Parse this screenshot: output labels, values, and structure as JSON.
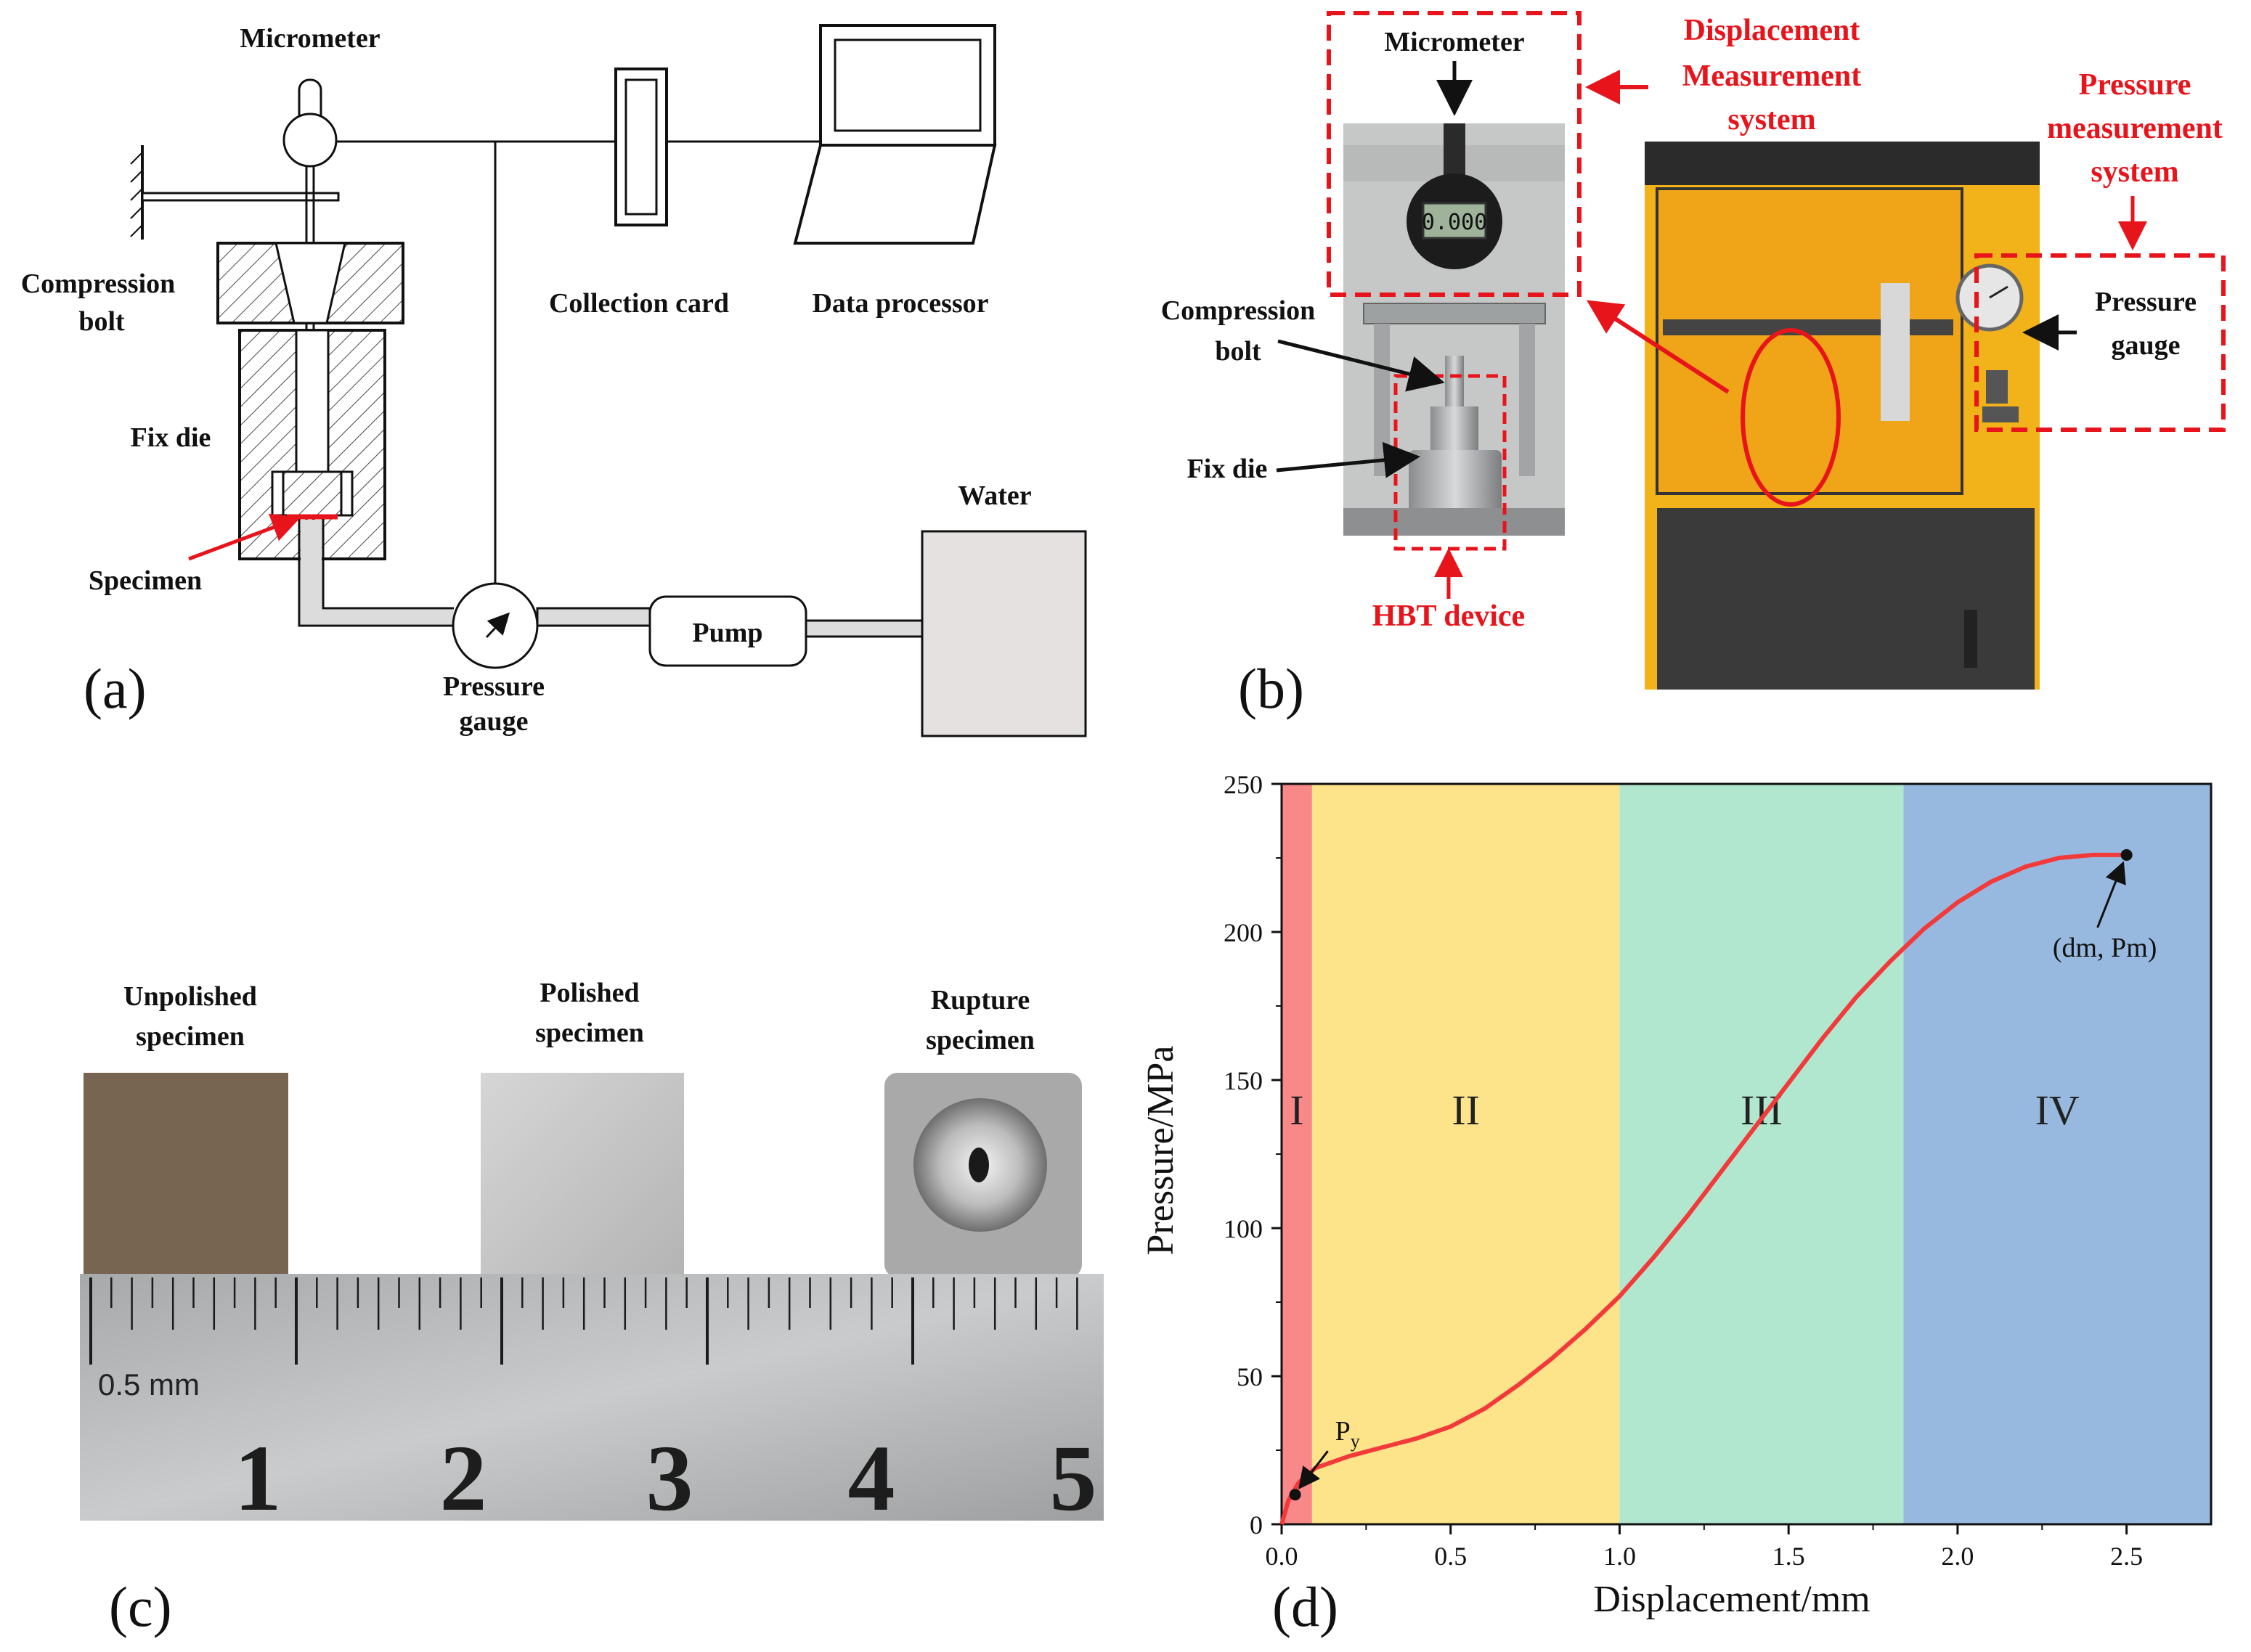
{
  "panel_a": {
    "tag": "(a)",
    "micrometer": "Micrometer",
    "compression_bolt": [
      "Compression",
      "bolt"
    ],
    "fix_die": "Fix die",
    "specimen": "Specimen",
    "collection_card": "Collection card",
    "data_processor": "Data processor",
    "water": "Water",
    "pump": "Pump",
    "pressure_gauge": [
      "Pressure",
      "gauge"
    ]
  },
  "panel_b": {
    "tag": "(b)",
    "micrometer": "Micrometer",
    "displacement_system": [
      "Displacement",
      "Measurement",
      "system"
    ],
    "pressure_system": [
      "Pressure",
      "measurement",
      "system"
    ],
    "compression_bolt": [
      "Compression",
      "bolt"
    ],
    "fix_die": "Fix die",
    "hbt_device": "HBT device",
    "pressure_gauge": [
      "Pressure",
      "gauge"
    ],
    "display_reading": "0.000"
  },
  "panel_c": {
    "tag": "(c)",
    "unpolished": [
      "Unpolished",
      "specimen"
    ],
    "polished": [
      "Polished",
      "specimen"
    ],
    "rupture": [
      "Rupture",
      "specimen"
    ],
    "ruler_label": "0.5 mm",
    "ruler_numbers": [
      "1",
      "2",
      "3",
      "4",
      "5"
    ]
  },
  "panel_d": {
    "tag": "(d)"
  },
  "colors": {
    "accent_red": "#e8141b",
    "region_I": "#f98989",
    "region_II": "#fde38a",
    "region_III": "#b1e6cf",
    "region_IV": "#98b9df",
    "curve": "#f23a3a"
  },
  "chart_data": {
    "type": "line",
    "xlabel": "Displacement/mm",
    "ylabel": "Pressure/MPa",
    "xlim": [
      0,
      2.75
    ],
    "ylim": [
      0,
      250
    ],
    "xticks": [
      "0.0",
      "0.5",
      "1.0",
      "1.5",
      "2.0",
      "2.5"
    ],
    "yticks": [
      "0",
      "50",
      "100",
      "150",
      "200",
      "250"
    ],
    "regions": [
      {
        "label": "I",
        "from": 0.0,
        "to": 0.09
      },
      {
        "label": "II",
        "from": 0.09,
        "to": 1.0
      },
      {
        "label": "III",
        "from": 1.0,
        "to": 1.84
      },
      {
        "label": "IV",
        "from": 1.84,
        "to": 2.75
      }
    ],
    "series": [
      {
        "x": [
          0.0,
          0.02,
          0.05,
          0.1,
          0.2,
          0.3,
          0.4,
          0.5,
          0.6,
          0.7,
          0.8,
          0.9,
          1.0,
          1.1,
          1.2,
          1.3,
          1.4,
          1.5,
          1.6,
          1.7,
          1.8,
          1.9,
          2.0,
          2.1,
          2.2,
          2.3,
          2.4,
          2.5
        ],
        "y": [
          0,
          8,
          14,
          19,
          23,
          26,
          29,
          33,
          39,
          47,
          56,
          66,
          77,
          90,
          104,
          119,
          134,
          149,
          164,
          178,
          190,
          201,
          210,
          217,
          222,
          225,
          226,
          226
        ]
      }
    ],
    "points": [
      {
        "label": "P",
        "sub": "y",
        "x": 0.04,
        "y": 10
      },
      {
        "label": "(dm, Pm)",
        "x": 2.5,
        "y": 226
      }
    ]
  }
}
